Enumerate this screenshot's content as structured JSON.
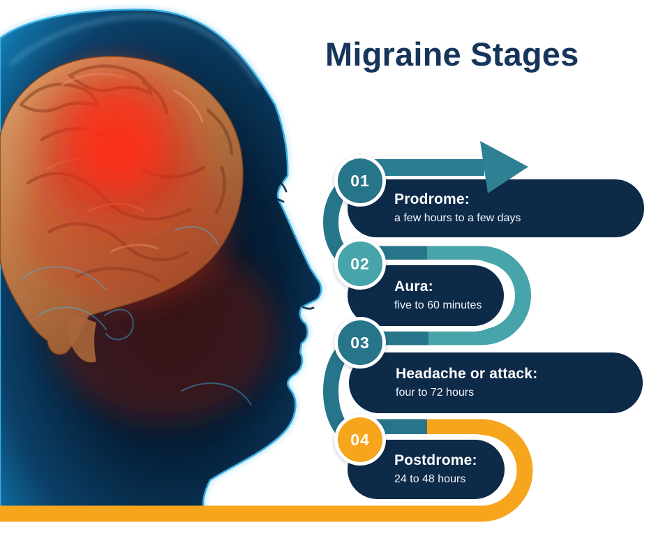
{
  "title": "Migraine Stages",
  "illustration": {
    "icon": "head-brain-illustration",
    "description_of_visual": "translucent blue human head in right-facing profile with orange brain and red pain glow"
  },
  "timeline": {
    "icon": "arrow-right-icon",
    "shape": "serpentine-path"
  },
  "stages": [
    {
      "num": "01",
      "label": "Prodrome:",
      "description": "a few hours to a few days",
      "accent": "#27758a"
    },
    {
      "num": "02",
      "label": "Aura:",
      "description": "five to 60 minutes",
      "accent": "#47a4aa"
    },
    {
      "num": "03",
      "label": "Headache or attack:",
      "description": "four to 72 hours",
      "accent": "#27758a"
    },
    {
      "num": "04",
      "label": "Postdrome:",
      "description": "24 to 48 hours",
      "accent": "#f7a51c"
    }
  ],
  "colors": {
    "background": "#ffffff",
    "title_navy": "#15355b",
    "pill_navy": "#0e2a49",
    "teal_dark": "#27758a",
    "teal_light": "#47a4aa",
    "orange": "#f7a51c",
    "text_white": "#ffffff"
  }
}
